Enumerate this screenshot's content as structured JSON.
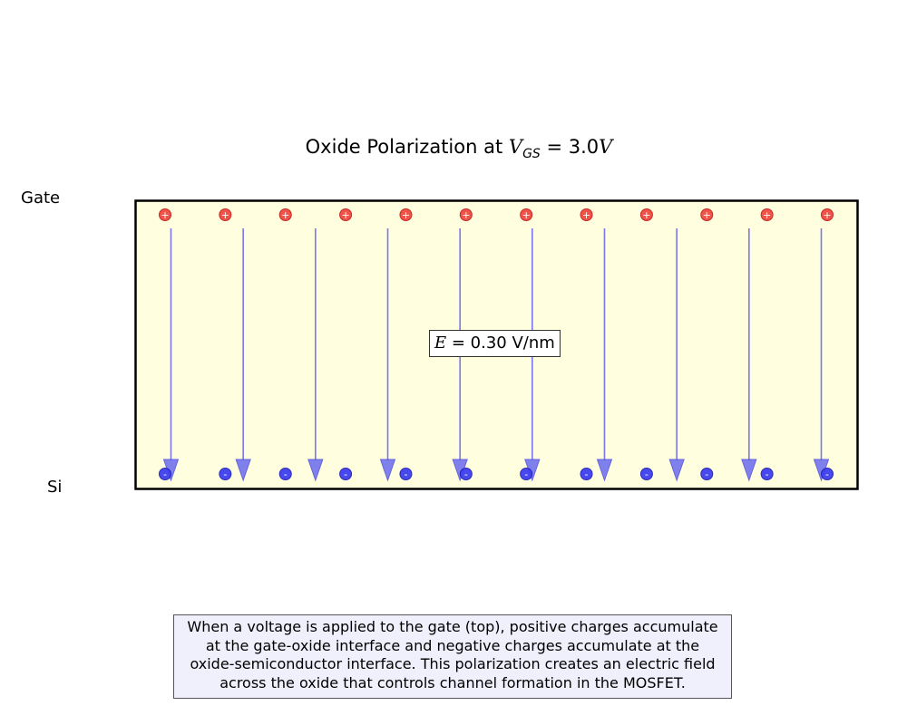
{
  "title": {
    "prefix": "Oxide Polarization at ",
    "var": "V",
    "sub": "GS",
    "value": " = 3.0",
    "unit": "V"
  },
  "labels": {
    "gate": "Gate",
    "si": "Si"
  },
  "field": {
    "symbol": "E",
    "value": " = 0.30 V/nm"
  },
  "charges": {
    "count": 12,
    "top_sign": "+",
    "bottom_sign": "-",
    "top_color": "#f04a40",
    "bottom_color": "#3f3ff0"
  },
  "arrows": {
    "count": 10,
    "color": "#6a6af0"
  },
  "oxide_color": "#ffffdf",
  "caption": {
    "lines": [
      "When a voltage is applied to the gate (top), positive charges accumulate",
      "at the gate-oxide interface and negative charges accumulate at the",
      "oxide-semiconductor interface. This polarization creates an electric field",
      "across the oxide that controls channel formation in the MOSFET."
    ]
  }
}
